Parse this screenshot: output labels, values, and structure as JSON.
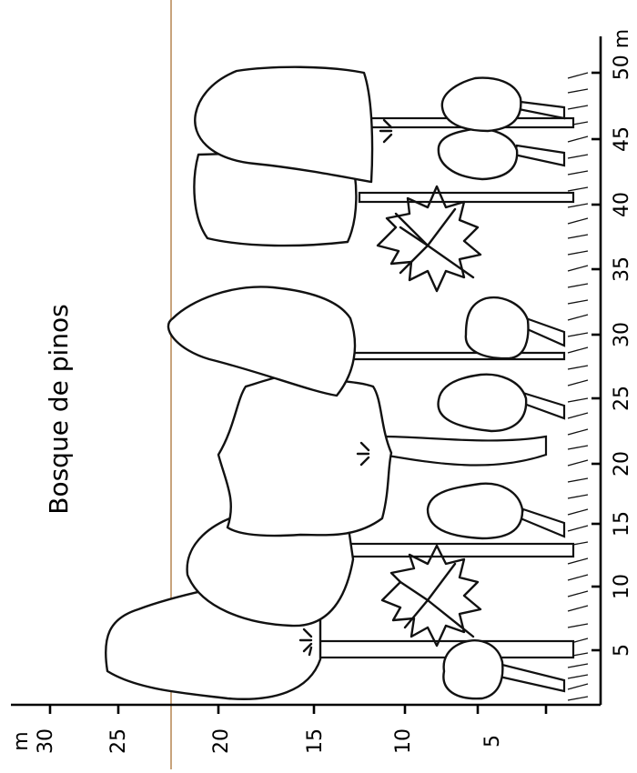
{
  "diagram": {
    "title": "Bosque de pinos",
    "height_axis": {
      "unit": "m",
      "ticks": [
        "30",
        "25",
        "20",
        "15",
        "10",
        "5"
      ]
    },
    "distance_axis": {
      "unit_label": "50 m",
      "ticks": [
        "5",
        "10",
        "15",
        "20",
        "25",
        "30",
        "35",
        "40",
        "45"
      ]
    },
    "colors": {
      "ink": "#111111",
      "reference_line": "#c8a37c",
      "background": "#ffffff"
    }
  }
}
